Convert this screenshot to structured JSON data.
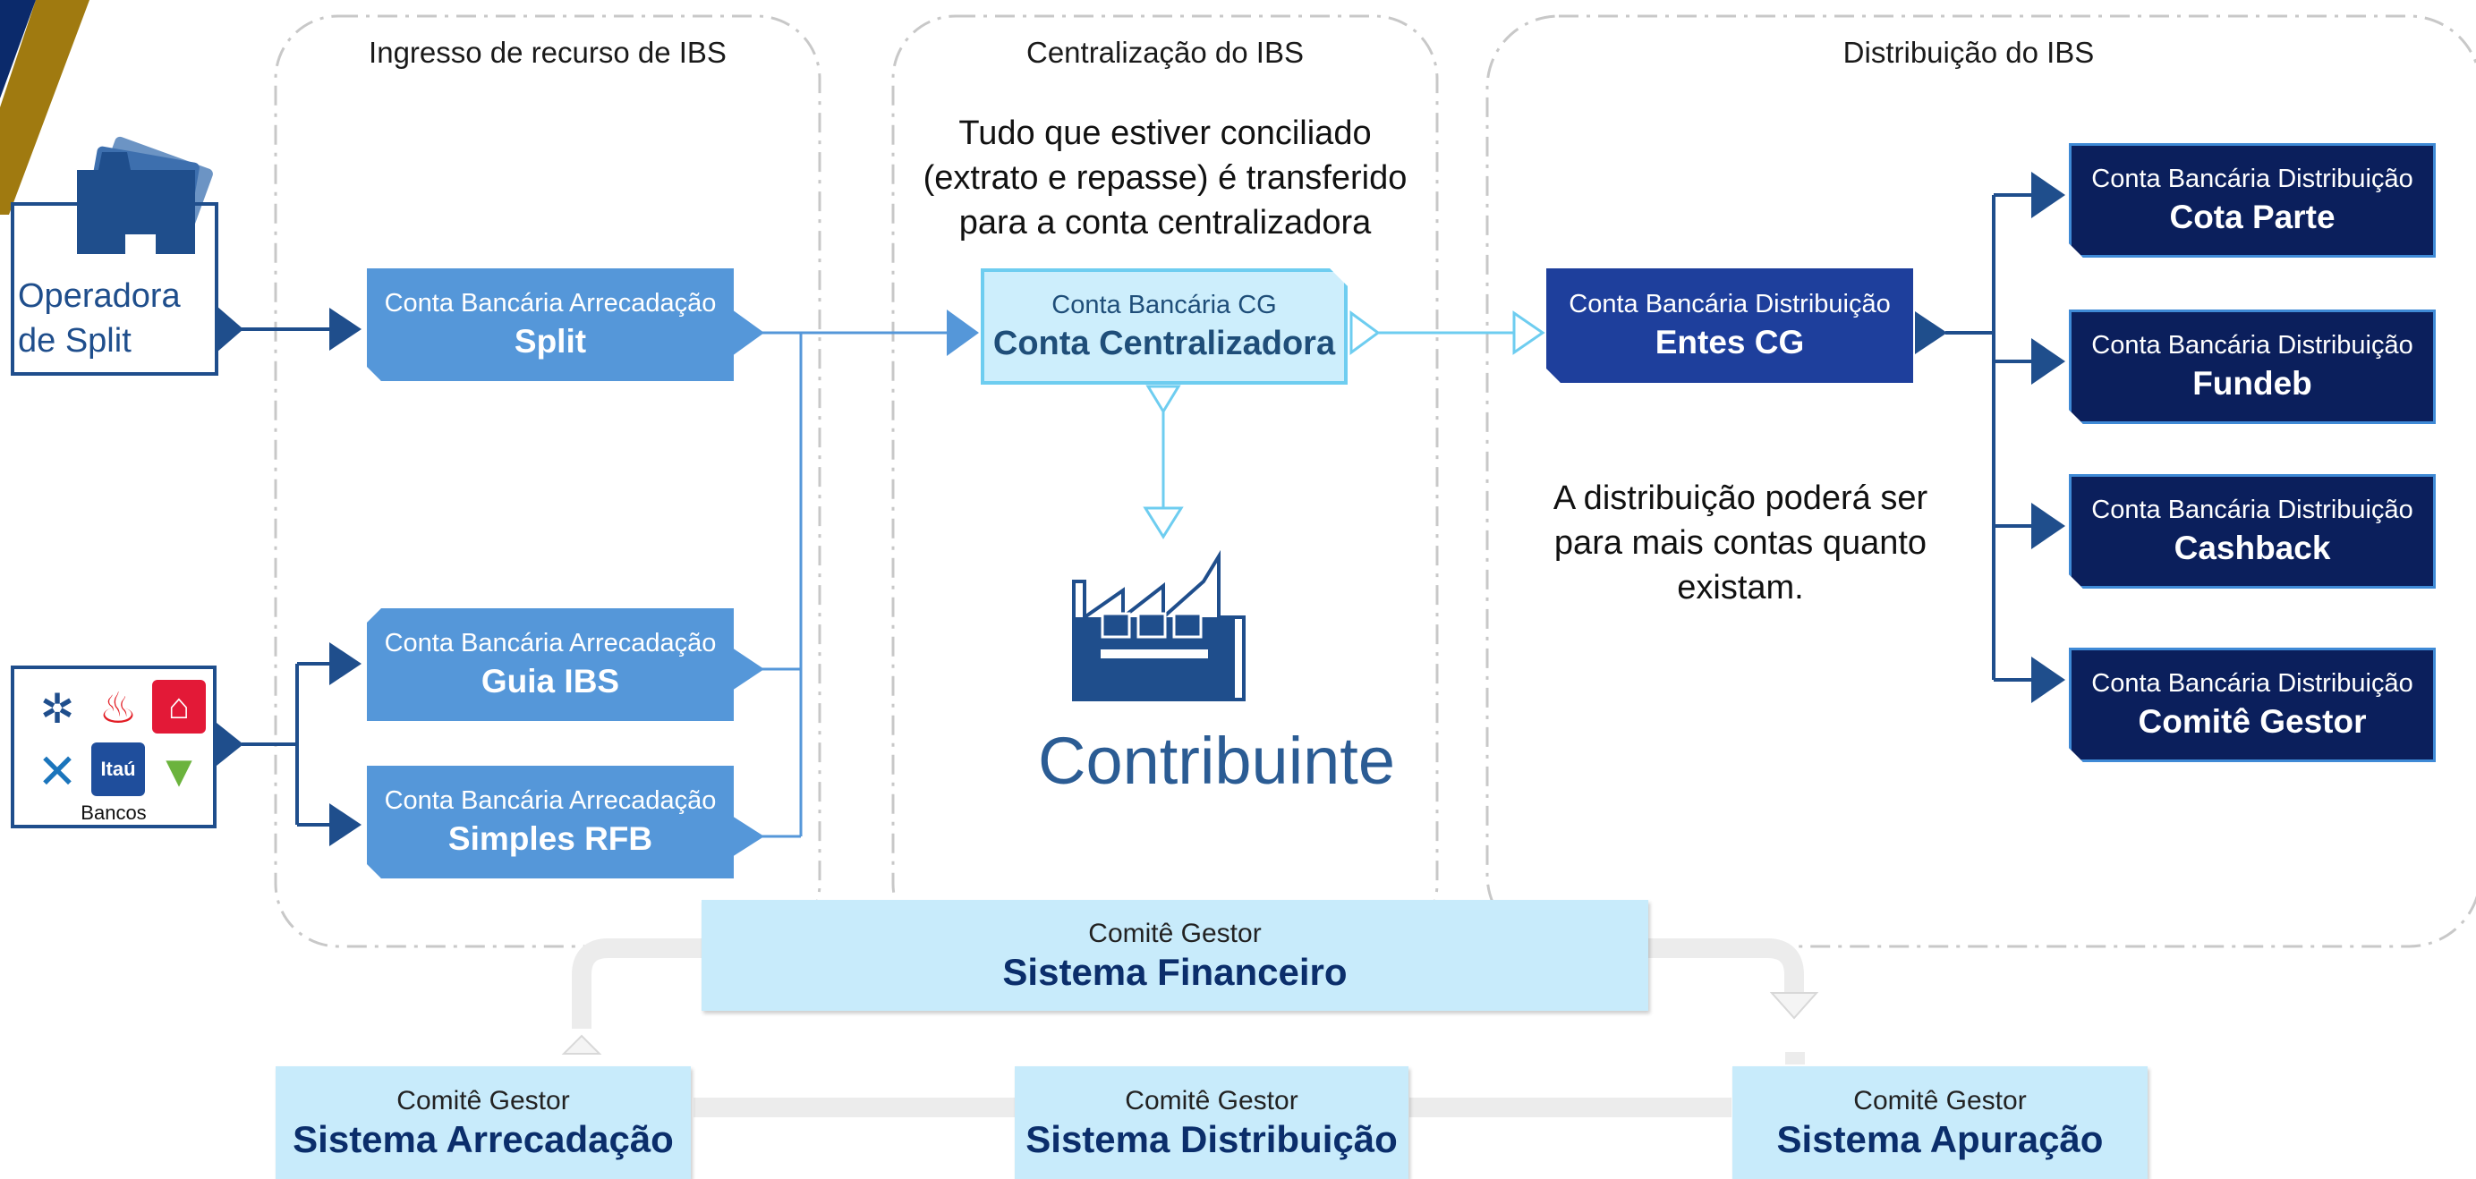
{
  "sections": {
    "ingresso": "Ingresso de recurso de IBS",
    "centralizacao": "Centralização do IBS",
    "distribuicao": "Distribuição do IBS"
  },
  "notes": {
    "centralizacao_line1": "Tudo que estiver conciliado",
    "centralizacao_line2": "(extrato e repasse) é transferido",
    "centralizacao_line3": "para a conta centralizadora",
    "distribuicao_line1": "A distribuição poderá ser",
    "distribuicao_line2": "para mais contas quanto",
    "distribuicao_line3": "existam."
  },
  "sources": {
    "operadora_line1": "Operadora",
    "operadora_line2": "de Split",
    "bancos_label": "Bancos",
    "bank_logos": [
      "bb-icon",
      "santander-icon",
      "bradesco-icon",
      "caixa-icon",
      "itau-icon",
      "sicredi-icon"
    ],
    "itau_text": "Itaú"
  },
  "arrecadacao": [
    {
      "sub": "Conta Bancária Arrecadação",
      "main": "Split"
    },
    {
      "sub": "Conta Bancária Arrecadação",
      "main": "Guia IBS"
    },
    {
      "sub": "Conta Bancária Arrecadação",
      "main": "Simples RFB"
    }
  ],
  "centralizadora": {
    "sub": "Conta Bancária CG",
    "main": "Conta Centralizadora"
  },
  "contribuinte": "Contribuinte",
  "entes": {
    "sub": "Conta Bancária Distribuição",
    "main": "Entes CG"
  },
  "distribuicao": [
    {
      "sub": "Conta Bancária Distribuição",
      "main": "Cota Parte"
    },
    {
      "sub": "Conta Bancária Distribuição",
      "main": "Fundeb"
    },
    {
      "sub": "Conta Bancária Distribuição",
      "main": "Cashback"
    },
    {
      "sub": "Conta Bancária Distribuição",
      "main": "Comitê Gestor"
    }
  ],
  "sistemas": {
    "financeiro": {
      "sub": "Comitê Gestor",
      "main": "Sistema Financeiro"
    },
    "arrecadacao": {
      "sub": "Comitê Gestor",
      "main": "Sistema Arrecadação"
    },
    "distribuicao": {
      "sub": "Comitê Gestor",
      "main": "Sistema Distribuição"
    },
    "apuracao": {
      "sub": "Comitê Gestor",
      "main": "Sistema Apuração"
    }
  },
  "colors": {
    "light_blue": "#5597d9",
    "cg_fill": "#cdeefc",
    "cg_border": "#6ecdf0",
    "dark_blue": "#1e3f9c",
    "navy": "#0b1f5c",
    "system_fill": "#c8ebfb",
    "accent_gold": "#a07a10"
  }
}
